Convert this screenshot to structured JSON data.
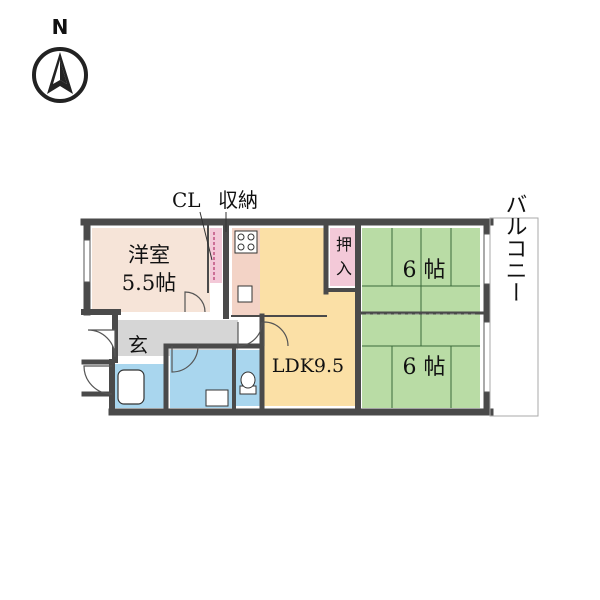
{
  "compass": {
    "label": "N",
    "icon": "north-arrow-icon"
  },
  "labels": {
    "cl": "CL",
    "storage": "収納",
    "western_room_name": "洋室",
    "western_room_size": "5.5帖",
    "oshiire_1": "押",
    "oshiire_2": "入",
    "tatami_room_a": "6 帖",
    "tatami_room_b": "6 帖",
    "balcony": "バルコニー",
    "entrance": "玄",
    "ldk": "LDK9.5"
  },
  "colors": {
    "wall": "#4a4a4a",
    "western_room": "#f6e4d8",
    "tatami": "#b9dca5",
    "ldk": "#fbe0a6",
    "kitchen": "#f3d3c6",
    "oshiire": "#f3c9d8",
    "wet_area": "#a9d6ee",
    "entrance": "#d6d6d6",
    "balcony": "#ffffff"
  }
}
